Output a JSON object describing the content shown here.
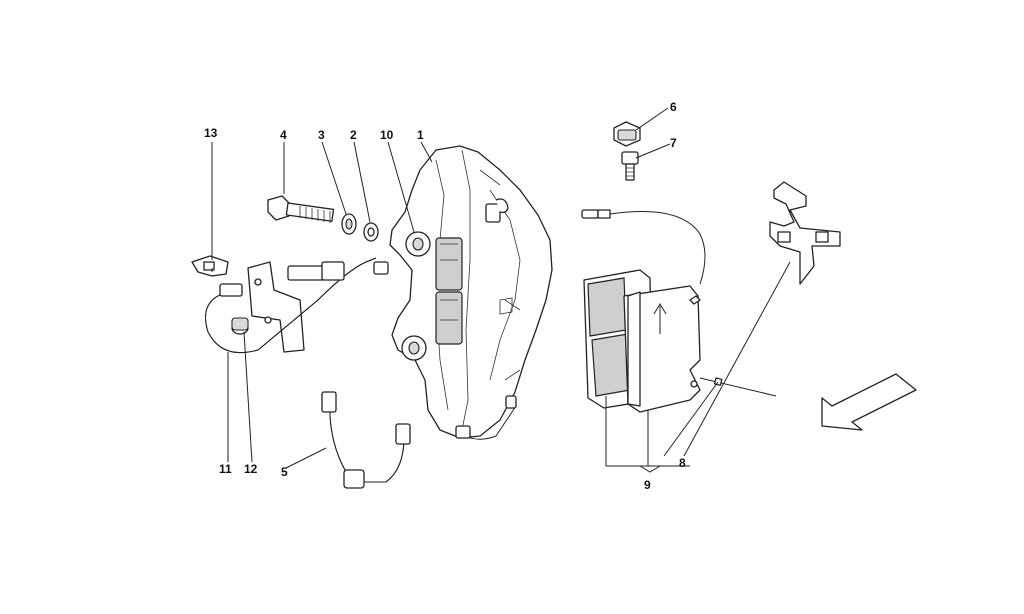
{
  "callouts": [
    {
      "id": "1",
      "text": "1"
    },
    {
      "id": "2",
      "text": "2"
    },
    {
      "id": "3",
      "text": "3"
    },
    {
      "id": "4",
      "text": "4"
    },
    {
      "id": "5",
      "text": "5"
    },
    {
      "id": "6",
      "text": "6"
    },
    {
      "id": "7",
      "text": "7"
    },
    {
      "id": "8",
      "text": "8"
    },
    {
      "id": "9",
      "text": "9"
    },
    {
      "id": "10",
      "text": "10"
    },
    {
      "id": "11",
      "text": "11"
    },
    {
      "id": "12",
      "text": "12"
    },
    {
      "id": "13",
      "text": "13"
    }
  ],
  "line_color": "#222222",
  "pad_fill": "#cfcfcf",
  "arrow_icon": "direction-arrow-icon"
}
